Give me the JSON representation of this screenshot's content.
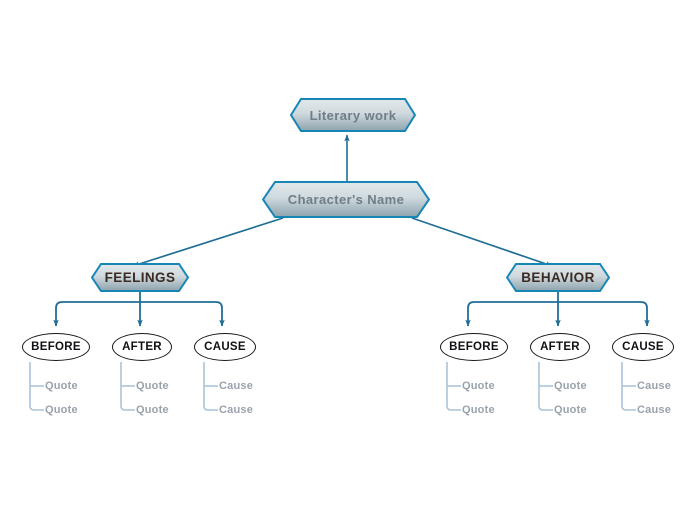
{
  "diagram": {
    "title_node": {
      "label": "Literary work"
    },
    "root_node": {
      "label": "Character's Name"
    },
    "branches": [
      {
        "label": "FEELINGS",
        "categories": [
          {
            "label": "BEFORE",
            "leaves": [
              "Quote",
              "Quote"
            ]
          },
          {
            "label": "AFTER",
            "leaves": [
              "Quote",
              "Quote"
            ]
          },
          {
            "label": "CAUSE",
            "leaves": [
              "Cause",
              "Cause"
            ]
          }
        ]
      },
      {
        "label": "BEHAVIOR",
        "categories": [
          {
            "label": "BEFORE",
            "leaves": [
              "Quote",
              "Quote"
            ]
          },
          {
            "label": "AFTER",
            "leaves": [
              "Quote",
              "Quote"
            ]
          },
          {
            "label": "CAUSE",
            "leaves": [
              "Cause",
              "Cause"
            ]
          }
        ]
      }
    ],
    "colors": {
      "node_border": "#1886b5",
      "node_fill_light": "#d7e0e4",
      "node_fill_dark": "#8fa4ad",
      "connector": "#1f6e96",
      "leaf_connector": "#aac4d8",
      "leaf_text": "#9aa3ab",
      "oval_border": "#17181a",
      "background": "#ffffff"
    }
  }
}
